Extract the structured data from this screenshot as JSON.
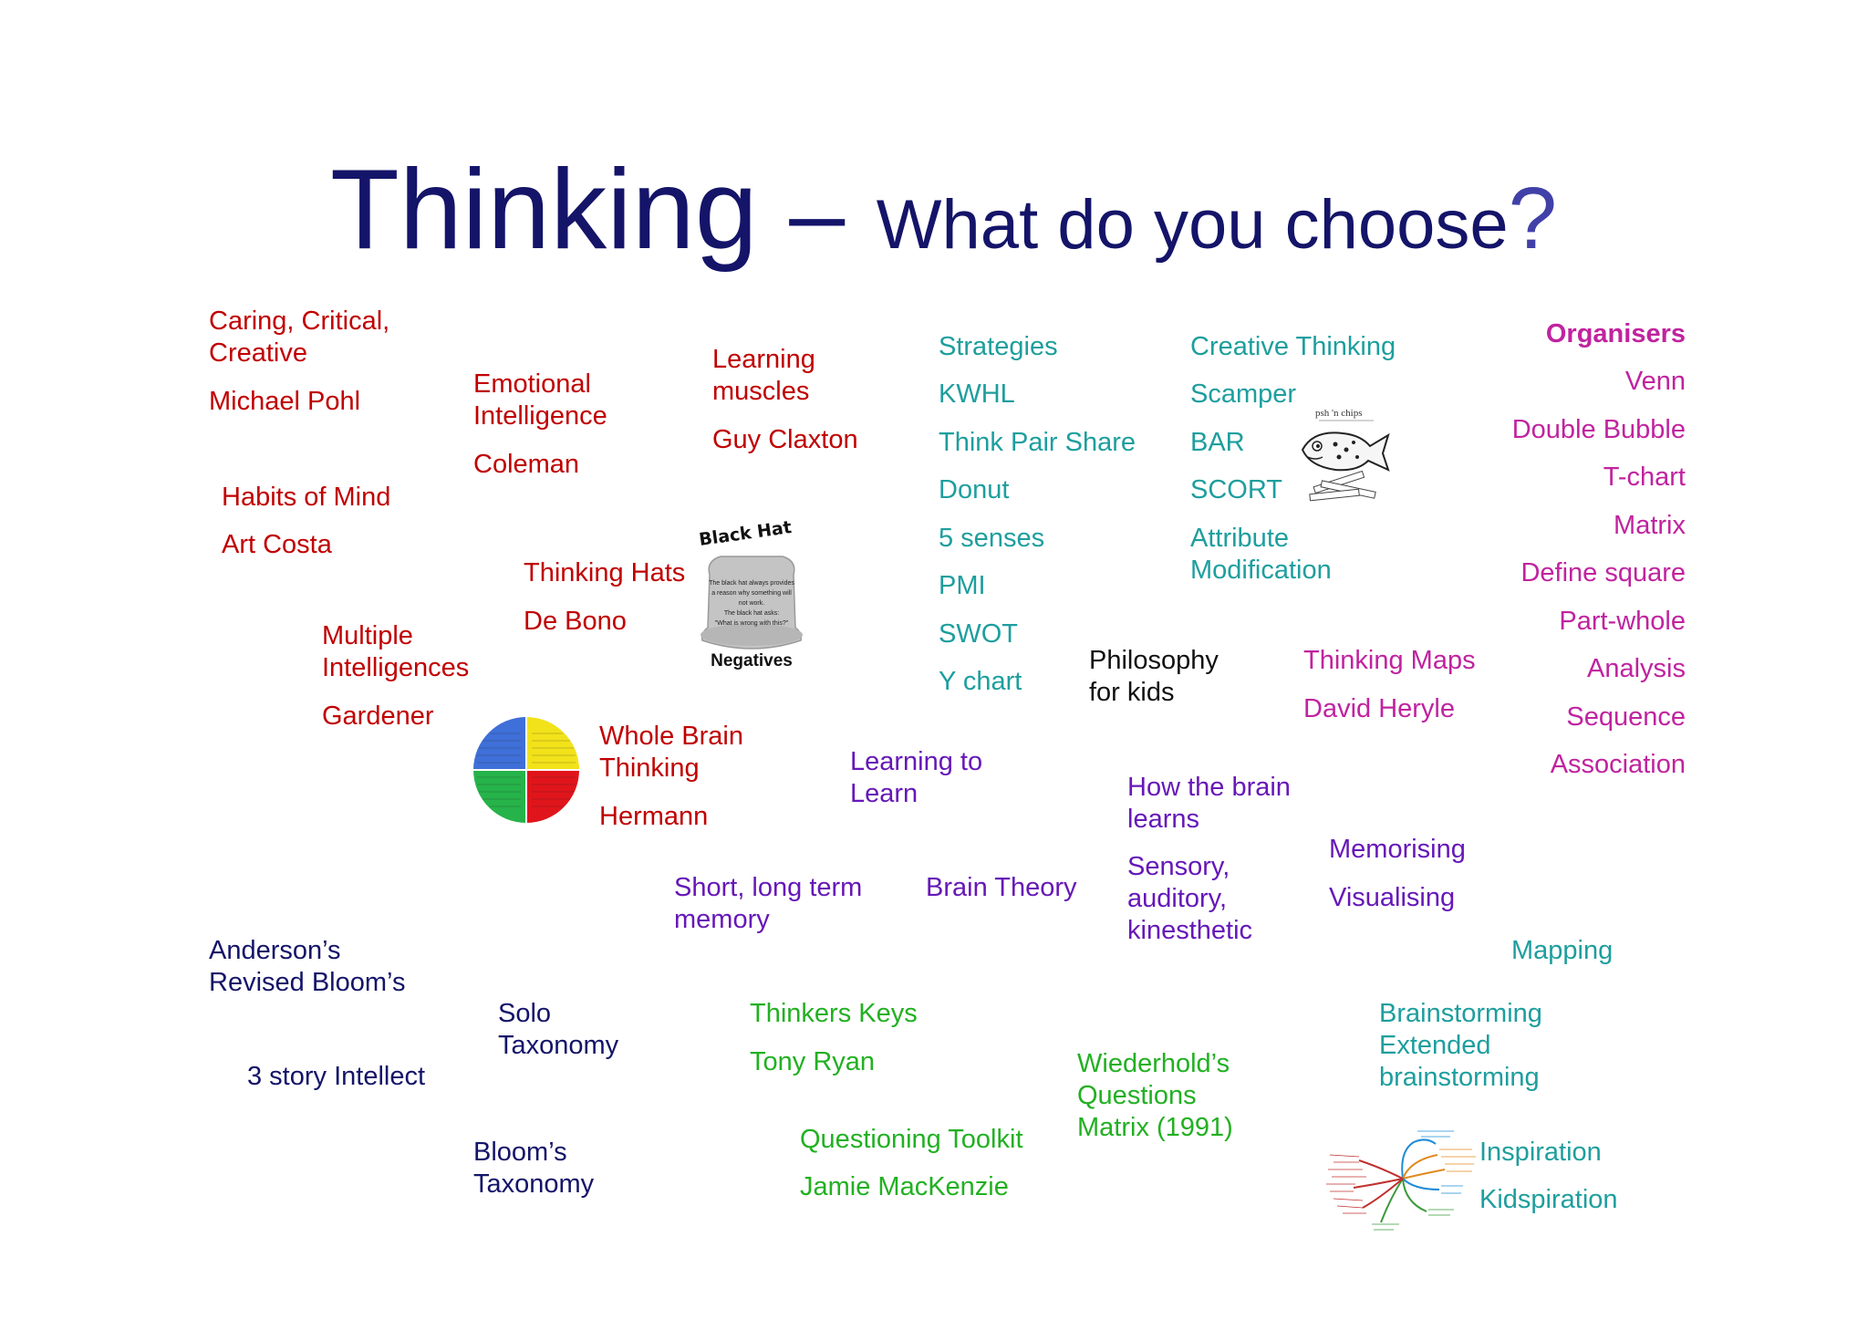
{
  "title": {
    "main": "Thinking",
    "dash": "–",
    "subtitle": "What do you choose",
    "question_mark": "?"
  },
  "items": {
    "caring": "Caring, Critical,",
    "caring2": "Creative",
    "pohl": "Michael Pohl",
    "emotional1": "Emotional",
    "emotional2": "Intelligence",
    "coleman": "Coleman",
    "learning1": "Learning",
    "learning2": "muscles",
    "claxton": "Guy Claxton",
    "habits": "Habits of Mind",
    "costa": "Art Costa",
    "hats": "Thinking Hats",
    "debono": "De Bono",
    "multiple1": "Multiple",
    "multiple2": "Intelligences",
    "gardener": "Gardener",
    "wholebrain1": "Whole Brain",
    "wholebrain2": "Thinking",
    "hermann": "Hermann",
    "strategies": "Strategies",
    "kwhl": "KWHL",
    "tps": "Think Pair Share",
    "donut": "Donut",
    "senses": "5 senses",
    "pmi": "PMI",
    "swot": "SWOT",
    "ychart": "Y chart",
    "creative": "Creative Thinking",
    "scamper": "Scamper",
    "bar": "BAR",
    "scort": "SCORT",
    "attribute1": "Attribute",
    "attribute2": "Modification",
    "organisers": "Organisers",
    "venn": "Venn",
    "doublebubble": "Double Bubble",
    "tchart": "T-chart",
    "matrix": "Matrix",
    "definesquare": "Define square",
    "partwhole": "Part-whole",
    "analysis": "Analysis",
    "sequence": "Sequence",
    "association": "Association",
    "philosophy1": "Philosophy",
    "philosophy2": "for kids",
    "maps": "Thinking Maps",
    "heryle": "David Heryle",
    "ltl1": "Learning to",
    "ltl2": "Learn",
    "howbrain1": "How the brain",
    "howbrain2": "learns",
    "sensory1": "Sensory,",
    "sensory2": "auditory,",
    "sensory3": "kinesthetic",
    "memorising": "Memorising",
    "visualising": "Visualising",
    "shortlong1": "Short, long term",
    "shortlong2": "memory",
    "braintheory": "Brain Theory",
    "mapping": "Mapping",
    "anderson1": "Anderson’s",
    "anderson2": "Revised Bloom’s",
    "solo1": "Solo",
    "solo2": "Taxonomy",
    "story": "3 story Intellect",
    "keys": "Thinkers Keys",
    "ryan": "Tony Ryan",
    "wied1": "Wiederhold’s",
    "wied2": "Questions",
    "wied3": "Matrix (1991)",
    "brainstorm1": "Brainstorming",
    "brainstorm2": "Extended",
    "brainstorm3": "brainstorming",
    "blooms1": "Bloom’s",
    "blooms2": "Taxonomy",
    "questioning": "Questioning  Toolkit",
    "mackenzie": "Jamie MacKenzie",
    "inspiration": "Inspiration",
    "kidspiration": "Kidspiration"
  },
  "black_hat": {
    "heading": "Black Hat",
    "caption": "Negatives",
    "line1": "The black hat always provides",
    "line2": "a reason why something will",
    "line3": "not work.",
    "line4": "The black hat asks:",
    "line5": "\"What is wrong with this?\""
  },
  "fish_logo": {
    "brand": "psh 'n chips"
  },
  "colors": {
    "title": "#141469",
    "red": "#c00000",
    "teal": "#1e9e9e",
    "magenta": "#c0239f",
    "purple": "#6618b8",
    "navy": "#141469",
    "green": "#22b022"
  }
}
